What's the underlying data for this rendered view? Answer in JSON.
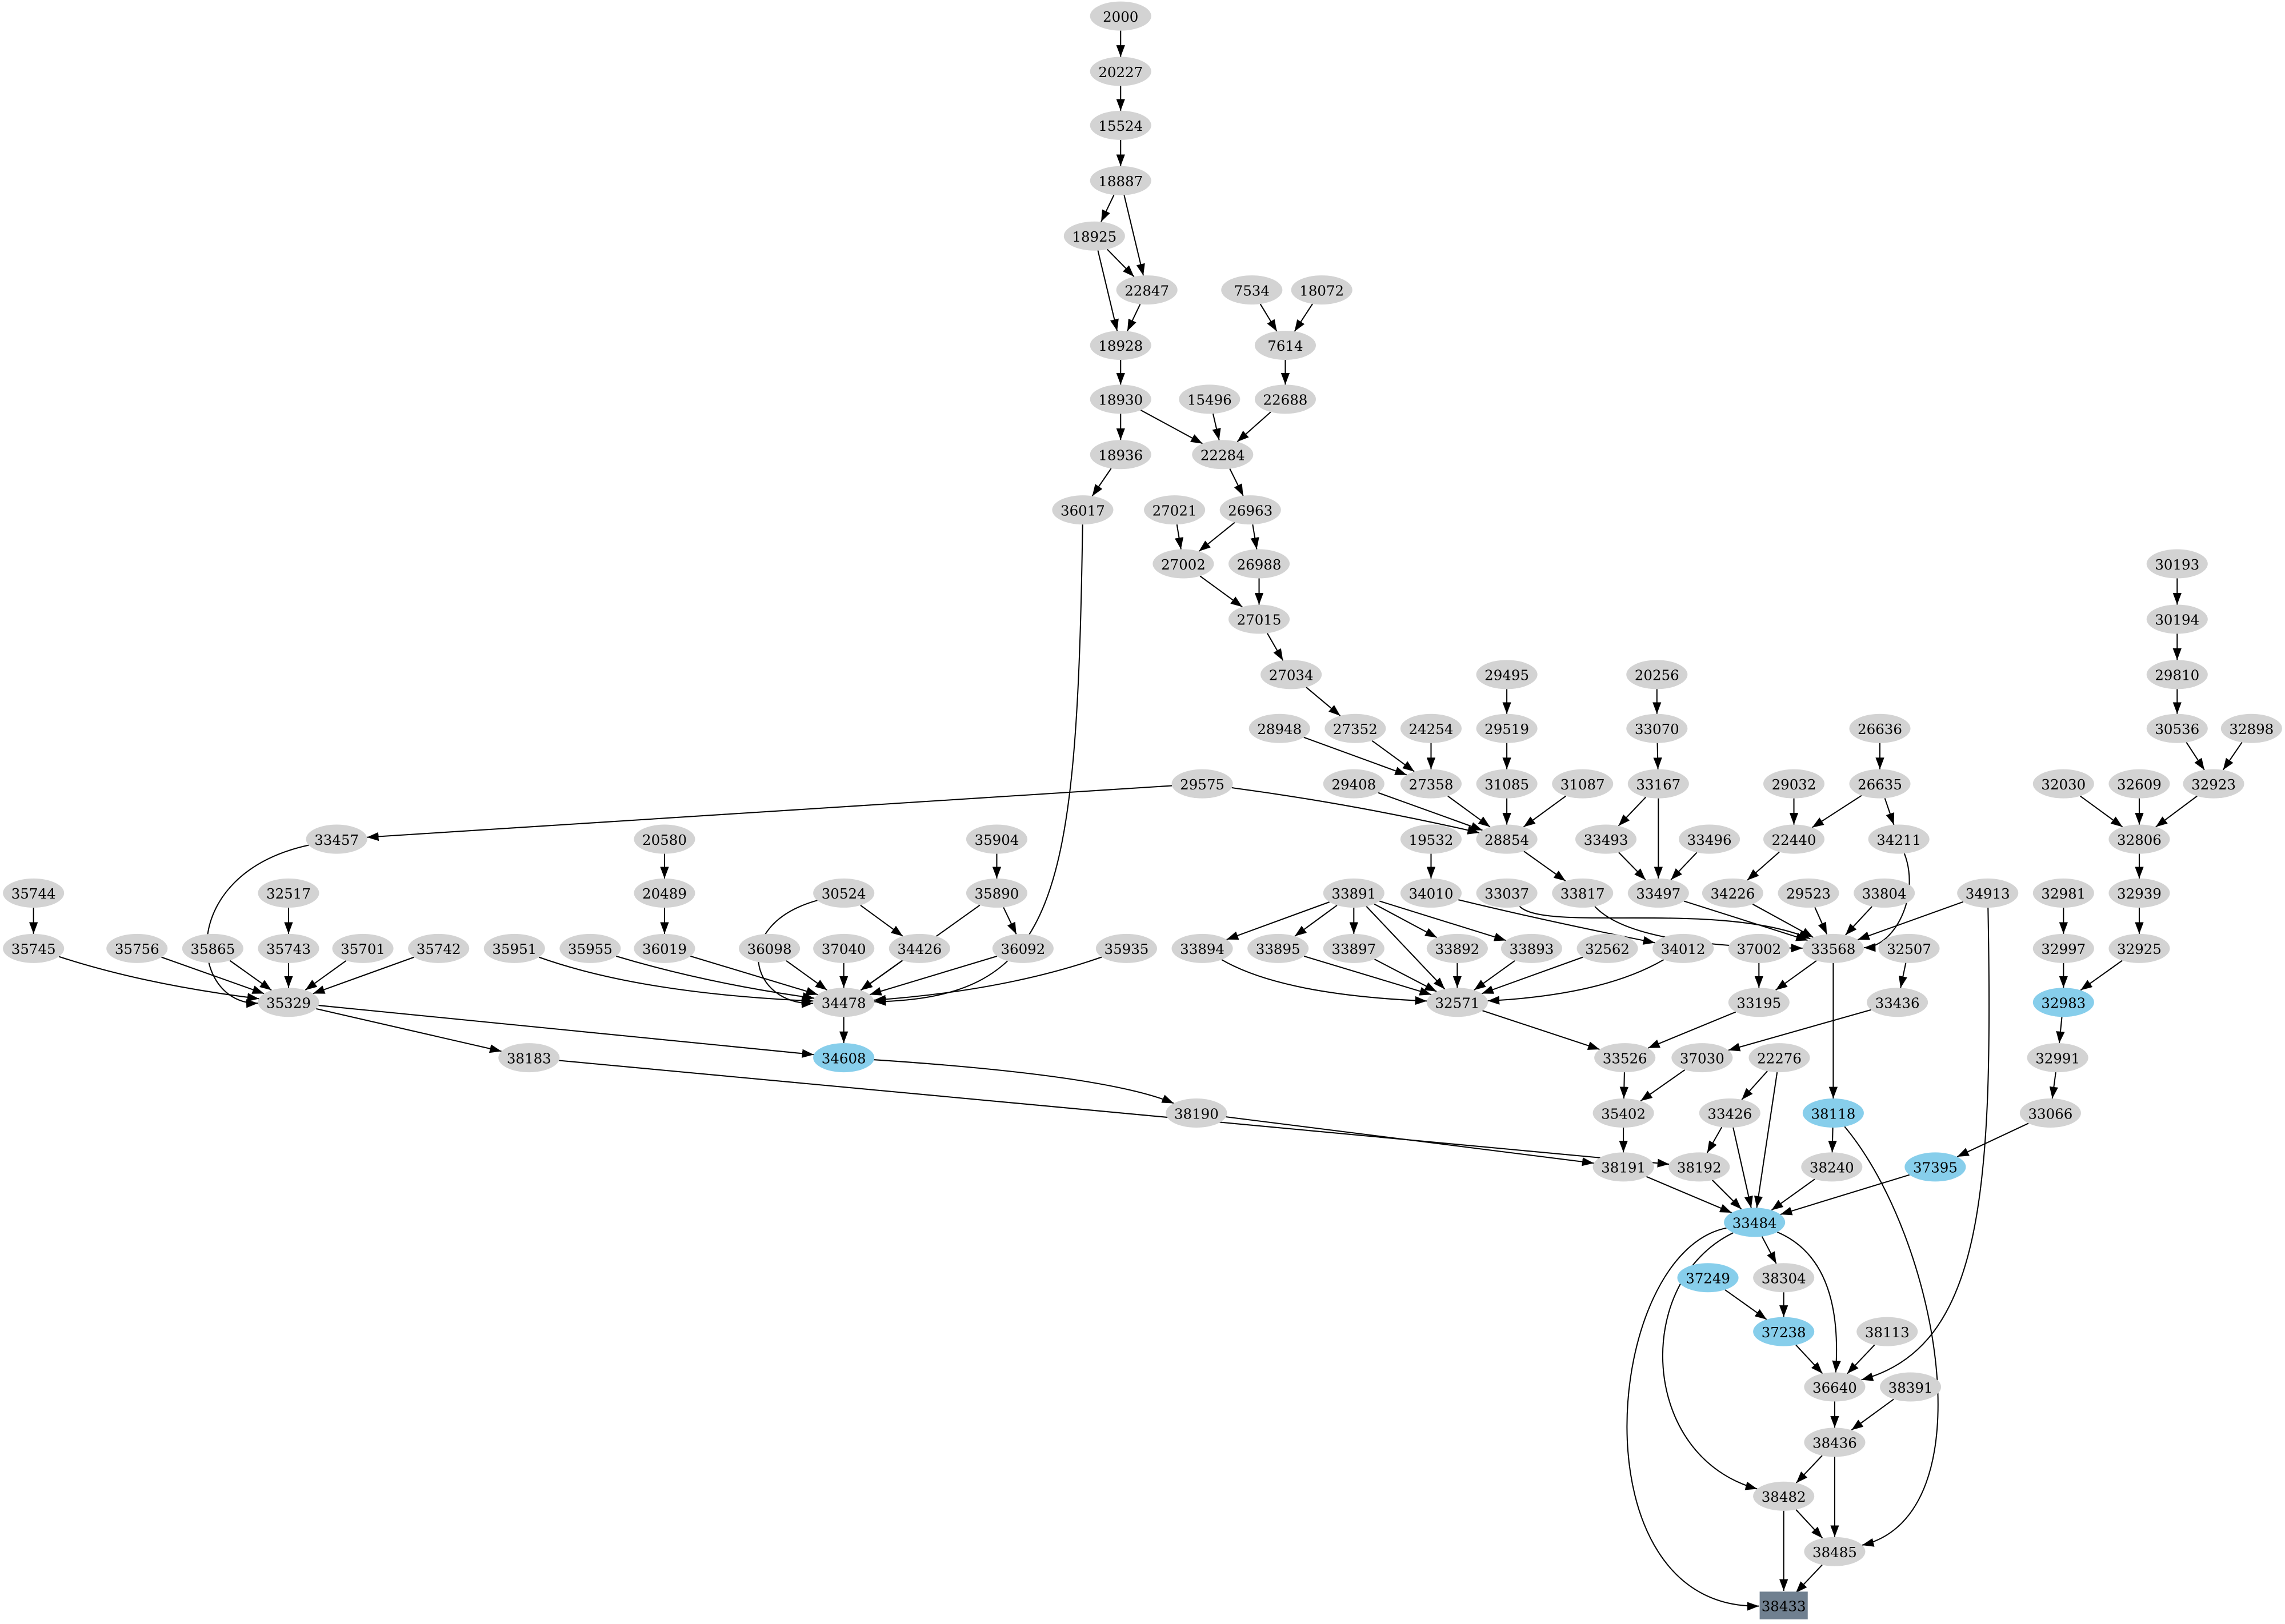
{
  "colors": {
    "default": "#d3d3d3",
    "highlight": "#87ceeb",
    "sink": "#708090",
    "edge": "#000000"
  },
  "graph": {
    "nodes": [
      {
        "id": "2000",
        "style": "default"
      },
      {
        "id": "20227",
        "style": "default"
      },
      {
        "id": "15524",
        "style": "default"
      },
      {
        "id": "18887",
        "style": "default"
      },
      {
        "id": "18925",
        "style": "default"
      },
      {
        "id": "22847",
        "style": "default"
      },
      {
        "id": "7534",
        "style": "default"
      },
      {
        "id": "18072",
        "style": "default"
      },
      {
        "id": "18928",
        "style": "default"
      },
      {
        "id": "7614",
        "style": "default"
      },
      {
        "id": "18930",
        "style": "default"
      },
      {
        "id": "15496",
        "style": "default"
      },
      {
        "id": "22688",
        "style": "default"
      },
      {
        "id": "18936",
        "style": "default"
      },
      {
        "id": "22284",
        "style": "default"
      },
      {
        "id": "36017",
        "style": "default"
      },
      {
        "id": "27021",
        "style": "default"
      },
      {
        "id": "26963",
        "style": "default"
      },
      {
        "id": "27002",
        "style": "default"
      },
      {
        "id": "26988",
        "style": "default"
      },
      {
        "id": "30193",
        "style": "default"
      },
      {
        "id": "27015",
        "style": "default"
      },
      {
        "id": "30194",
        "style": "default"
      },
      {
        "id": "27034",
        "style": "default"
      },
      {
        "id": "29495",
        "style": "default"
      },
      {
        "id": "20256",
        "style": "default"
      },
      {
        "id": "29810",
        "style": "default"
      },
      {
        "id": "28948",
        "style": "default"
      },
      {
        "id": "27352",
        "style": "default"
      },
      {
        "id": "24254",
        "style": "default"
      },
      {
        "id": "29519",
        "style": "default"
      },
      {
        "id": "33070",
        "style": "default"
      },
      {
        "id": "26636",
        "style": "default"
      },
      {
        "id": "30536",
        "style": "default"
      },
      {
        "id": "32898",
        "style": "default"
      },
      {
        "id": "29575",
        "style": "default"
      },
      {
        "id": "29408",
        "style": "default"
      },
      {
        "id": "27358",
        "style": "default"
      },
      {
        "id": "31085",
        "style": "default"
      },
      {
        "id": "31087",
        "style": "default"
      },
      {
        "id": "33167",
        "style": "default"
      },
      {
        "id": "29032",
        "style": "default"
      },
      {
        "id": "26635",
        "style": "default"
      },
      {
        "id": "32030",
        "style": "default"
      },
      {
        "id": "32609",
        "style": "default"
      },
      {
        "id": "32923",
        "style": "default"
      },
      {
        "id": "33457",
        "style": "default"
      },
      {
        "id": "20580",
        "style": "default"
      },
      {
        "id": "35904",
        "style": "default"
      },
      {
        "id": "19532",
        "style": "default"
      },
      {
        "id": "28854",
        "style": "default"
      },
      {
        "id": "33493",
        "style": "default"
      },
      {
        "id": "33496",
        "style": "default"
      },
      {
        "id": "22440",
        "style": "default"
      },
      {
        "id": "34211",
        "style": "default"
      },
      {
        "id": "32806",
        "style": "default"
      },
      {
        "id": "35744",
        "style": "default"
      },
      {
        "id": "32517",
        "style": "default"
      },
      {
        "id": "20489",
        "style": "default"
      },
      {
        "id": "30524",
        "style": "default"
      },
      {
        "id": "35890",
        "style": "default"
      },
      {
        "id": "33891",
        "style": "default"
      },
      {
        "id": "34010",
        "style": "default"
      },
      {
        "id": "33037",
        "style": "default"
      },
      {
        "id": "33817",
        "style": "default"
      },
      {
        "id": "33497",
        "style": "default"
      },
      {
        "id": "34226",
        "style": "default"
      },
      {
        "id": "29523",
        "style": "default"
      },
      {
        "id": "33804",
        "style": "default"
      },
      {
        "id": "34913",
        "style": "default"
      },
      {
        "id": "32981",
        "style": "default"
      },
      {
        "id": "32939",
        "style": "default"
      },
      {
        "id": "35745",
        "style": "default"
      },
      {
        "id": "35756",
        "style": "default"
      },
      {
        "id": "35865",
        "style": "default"
      },
      {
        "id": "35743",
        "style": "default"
      },
      {
        "id": "35701",
        "style": "default"
      },
      {
        "id": "35742",
        "style": "default"
      },
      {
        "id": "35951",
        "style": "default"
      },
      {
        "id": "35955",
        "style": "default"
      },
      {
        "id": "36019",
        "style": "default"
      },
      {
        "id": "36098",
        "style": "default"
      },
      {
        "id": "37040",
        "style": "default"
      },
      {
        "id": "34426",
        "style": "default"
      },
      {
        "id": "36092",
        "style": "default"
      },
      {
        "id": "35935",
        "style": "default"
      },
      {
        "id": "33894",
        "style": "default"
      },
      {
        "id": "33895",
        "style": "default"
      },
      {
        "id": "33897",
        "style": "default"
      },
      {
        "id": "33892",
        "style": "default"
      },
      {
        "id": "33893",
        "style": "default"
      },
      {
        "id": "32562",
        "style": "default"
      },
      {
        "id": "34012",
        "style": "default"
      },
      {
        "id": "37002",
        "style": "default"
      },
      {
        "id": "33568",
        "style": "default"
      },
      {
        "id": "32507",
        "style": "default"
      },
      {
        "id": "32997",
        "style": "default"
      },
      {
        "id": "32925",
        "style": "default"
      },
      {
        "id": "35329",
        "style": "default"
      },
      {
        "id": "34478",
        "style": "default"
      },
      {
        "id": "32571",
        "style": "default"
      },
      {
        "id": "33195",
        "style": "default"
      },
      {
        "id": "33436",
        "style": "default"
      },
      {
        "id": "32983",
        "style": "highlight"
      },
      {
        "id": "38183",
        "style": "default"
      },
      {
        "id": "34608",
        "style": "highlight"
      },
      {
        "id": "33526",
        "style": "default"
      },
      {
        "id": "37030",
        "style": "default"
      },
      {
        "id": "22276",
        "style": "default"
      },
      {
        "id": "32991",
        "style": "default"
      },
      {
        "id": "38190",
        "style": "default"
      },
      {
        "id": "35402",
        "style": "default"
      },
      {
        "id": "33426",
        "style": "default"
      },
      {
        "id": "38118",
        "style": "highlight"
      },
      {
        "id": "33066",
        "style": "default"
      },
      {
        "id": "38191",
        "style": "default"
      },
      {
        "id": "38192",
        "style": "default"
      },
      {
        "id": "38240",
        "style": "default"
      },
      {
        "id": "37395",
        "style": "highlight"
      },
      {
        "id": "33484",
        "style": "highlight"
      },
      {
        "id": "37249",
        "style": "highlight"
      },
      {
        "id": "38304",
        "style": "default"
      },
      {
        "id": "37238",
        "style": "highlight"
      },
      {
        "id": "38113",
        "style": "default"
      },
      {
        "id": "36640",
        "style": "default"
      },
      {
        "id": "38391",
        "style": "default"
      },
      {
        "id": "38436",
        "style": "default"
      },
      {
        "id": "38482",
        "style": "default"
      },
      {
        "id": "38485",
        "style": "default"
      },
      {
        "id": "38433",
        "style": "sink"
      }
    ],
    "edges": [
      [
        "2000",
        "20227"
      ],
      [
        "20227",
        "15524"
      ],
      [
        "15524",
        "18887"
      ],
      [
        "18887",
        "18925"
      ],
      [
        "18887",
        "22847"
      ],
      [
        "18925",
        "22847"
      ],
      [
        "18925",
        "18928"
      ],
      [
        "22847",
        "18928"
      ],
      [
        "18928",
        "18930"
      ],
      [
        "7534",
        "7614"
      ],
      [
        "18072",
        "7614"
      ],
      [
        "7614",
        "22688"
      ],
      [
        "18930",
        "18936"
      ],
      [
        "18930",
        "22284"
      ],
      [
        "15496",
        "22284"
      ],
      [
        "22688",
        "22284"
      ],
      [
        "18936",
        "36017"
      ],
      [
        "22284",
        "26963"
      ],
      [
        "27021",
        "27002"
      ],
      [
        "26963",
        "27002"
      ],
      [
        "26963",
        "26988"
      ],
      [
        "27002",
        "27015"
      ],
      [
        "26988",
        "27015"
      ],
      [
        "27015",
        "27034"
      ],
      [
        "27034",
        "27352"
      ],
      [
        "28948",
        "27358"
      ],
      [
        "27352",
        "27358"
      ],
      [
        "24254",
        "27358"
      ],
      [
        "29495",
        "29519"
      ],
      [
        "29519",
        "31085"
      ],
      [
        "20256",
        "33070"
      ],
      [
        "33070",
        "33167"
      ],
      [
        "26636",
        "26635"
      ],
      [
        "30193",
        "30194"
      ],
      [
        "30194",
        "29810"
      ],
      [
        "29810",
        "30536"
      ],
      [
        "30536",
        "32923"
      ],
      [
        "32898",
        "32923"
      ],
      [
        "29575",
        "33457"
      ],
      [
        "29575",
        "28854"
      ],
      [
        "29408",
        "28854"
      ],
      [
        "27358",
        "28854"
      ],
      [
        "31085",
        "28854"
      ],
      [
        "31087",
        "28854"
      ],
      [
        "33167",
        "33493"
      ],
      [
        "33167",
        "33497"
      ],
      [
        "29032",
        "22440"
      ],
      [
        "26635",
        "22440"
      ],
      [
        "26635",
        "34211"
      ],
      [
        "32030",
        "32806"
      ],
      [
        "32609",
        "32806"
      ],
      [
        "32923",
        "32806"
      ],
      [
        "19532",
        "34010"
      ],
      [
        "28854",
        "33817"
      ],
      [
        "33493",
        "33497"
      ],
      [
        "33496",
        "33497"
      ],
      [
        "22440",
        "34226"
      ],
      [
        "32806",
        "32939"
      ],
      [
        "33891",
        "33894"
      ],
      [
        "33891",
        "33895"
      ],
      [
        "33891",
        "33897"
      ],
      [
        "33891",
        "32571"
      ],
      [
        "33891",
        "33892"
      ],
      [
        "33891",
        "33893"
      ],
      [
        "34010",
        "34012"
      ],
      [
        "33037",
        "33568"
      ],
      [
        "33817",
        "33568"
      ],
      [
        "33497",
        "33568"
      ],
      [
        "34226",
        "33568"
      ],
      [
        "29523",
        "33568"
      ],
      [
        "33804",
        "33568"
      ],
      [
        "34211",
        "33568"
      ],
      [
        "34913",
        "33568"
      ],
      [
        "34913",
        "36640"
      ],
      [
        "32981",
        "32997"
      ],
      [
        "32939",
        "32925"
      ],
      [
        "33894",
        "32571"
      ],
      [
        "33895",
        "32571"
      ],
      [
        "33897",
        "32571"
      ],
      [
        "33892",
        "32571"
      ],
      [
        "33893",
        "32571"
      ],
      [
        "32562",
        "32571"
      ],
      [
        "34012",
        "32571"
      ],
      [
        "37002",
        "33195"
      ],
      [
        "33568",
        "33195"
      ],
      [
        "33568",
        "38118"
      ],
      [
        "32507",
        "33436"
      ],
      [
        "32997",
        "32983"
      ],
      [
        "32925",
        "32983"
      ],
      [
        "32571",
        "33526"
      ],
      [
        "33195",
        "33526"
      ],
      [
        "33436",
        "37030"
      ],
      [
        "32983",
        "32991"
      ],
      [
        "33526",
        "35402"
      ],
      [
        "37030",
        "35402"
      ],
      [
        "22276",
        "33426"
      ],
      [
        "22276",
        "33484"
      ],
      [
        "32991",
        "33066"
      ],
      [
        "33457",
        "35329"
      ],
      [
        "20580",
        "20489"
      ],
      [
        "20489",
        "36019"
      ],
      [
        "35904",
        "35890"
      ],
      [
        "35744",
        "35745"
      ],
      [
        "32517",
        "35743"
      ],
      [
        "30524",
        "34478"
      ],
      [
        "30524",
        "34426"
      ],
      [
        "35890",
        "34478"
      ],
      [
        "35890",
        "36092"
      ],
      [
        "36017",
        "34478"
      ],
      [
        "35745",
        "35329"
      ],
      [
        "35756",
        "35329"
      ],
      [
        "35865",
        "35329"
      ],
      [
        "35743",
        "35329"
      ],
      [
        "35701",
        "35329"
      ],
      [
        "35742",
        "35329"
      ],
      [
        "35951",
        "34478"
      ],
      [
        "35955",
        "34478"
      ],
      [
        "36019",
        "34478"
      ],
      [
        "36098",
        "34478"
      ],
      [
        "37040",
        "34478"
      ],
      [
        "34426",
        "34478"
      ],
      [
        "36092",
        "34478"
      ],
      [
        "35935",
        "34478"
      ],
      [
        "35329",
        "38183"
      ],
      [
        "35329",
        "34608"
      ],
      [
        "34478",
        "34608"
      ],
      [
        "38183",
        "38192"
      ],
      [
        "34608",
        "38190"
      ],
      [
        "38190",
        "38191"
      ],
      [
        "35402",
        "38191"
      ],
      [
        "33426",
        "38192"
      ],
      [
        "33426",
        "33484"
      ],
      [
        "38118",
        "38240"
      ],
      [
        "38118",
        "38485"
      ],
      [
        "33066",
        "37395"
      ],
      [
        "38191",
        "33484"
      ],
      [
        "38192",
        "33484"
      ],
      [
        "38240",
        "33484"
      ],
      [
        "37395",
        "33484"
      ],
      [
        "33484",
        "38304"
      ],
      [
        "33484",
        "36640"
      ],
      [
        "33484",
        "38482"
      ],
      [
        "33484",
        "38433"
      ],
      [
        "37249",
        "37238"
      ],
      [
        "38304",
        "37238"
      ],
      [
        "37238",
        "36640"
      ],
      [
        "38113",
        "36640"
      ],
      [
        "36640",
        "38436"
      ],
      [
        "38391",
        "38436"
      ],
      [
        "38436",
        "38482"
      ],
      [
        "38436",
        "38485"
      ],
      [
        "38482",
        "38485"
      ],
      [
        "38482",
        "38433"
      ],
      [
        "38485",
        "38433"
      ]
    ]
  }
}
